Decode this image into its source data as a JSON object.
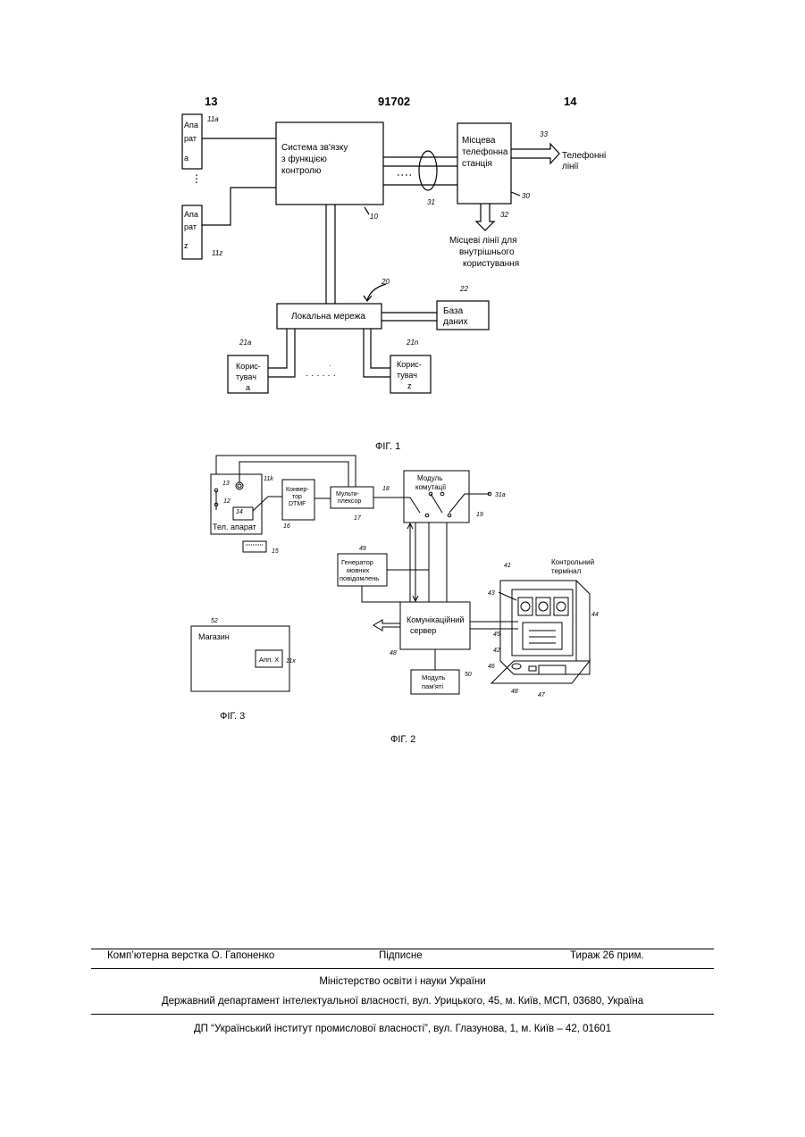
{
  "header": {
    "left": "13",
    "center": "91702",
    "right": "14"
  },
  "fig1": {
    "caption": "ФІГ. 1",
    "device_a": [
      "Апа",
      "рат",
      "а"
    ],
    "device_z": [
      "Апа",
      "рат",
      "z"
    ],
    "dots": "⋮",
    "system": [
      "Система зв'язку",
      "з функцією",
      "контролю"
    ],
    "station": [
      "Місцева",
      "телефонна",
      "станція"
    ],
    "phone_lines": [
      "Телефонні",
      "лінії"
    ],
    "local_lines": [
      "Місцеві лінії для",
      "внутрішнього",
      "користування"
    ],
    "lan": "Локальна мережа",
    "db": [
      "База",
      "даних"
    ],
    "user_a": [
      "Корис-",
      "тувач",
      "а"
    ],
    "user_z": [
      "Корис-",
      "тувач",
      "z"
    ],
    "user_dots": "· · · · · ·",
    "ref_11a": "11a",
    "ref_11z": "11z",
    "ref_10": "10",
    "ref_31": "31",
    "ref_30": "30",
    "ref_33": "33",
    "ref_32": "32",
    "ref_20": "20",
    "ref_22": "22",
    "ref_21a": "21a",
    "ref_21n": "21n"
  },
  "fig2": {
    "caption": "ФІГ. 2",
    "phone": "Тел. апарат",
    "converter": [
      "Конвер-",
      "тор",
      "DTMF"
    ],
    "mux": [
      "Мульти-",
      "плексор"
    ],
    "switch": [
      "Модуль",
      "комутації"
    ],
    "generator": [
      "Генератор",
      "мовних",
      "повідомлень"
    ],
    "server": [
      "Комунікаційний",
      "сервер"
    ],
    "memory": [
      "Модуль",
      "пам'яті"
    ],
    "terminal": [
      "Контрольний",
      "термінал"
    ],
    "ref_13": "13",
    "ref_11k": "11k",
    "ref_12": "12",
    "ref_14": "14",
    "ref_16": "16",
    "ref_17": "17",
    "ref_18": "18",
    "ref_19": "19",
    "ref_31a": "31a",
    "ref_15": "15",
    "ref_49": "49",
    "ref_48": "48",
    "ref_50": "50",
    "ref_41": "41",
    "ref_43": "43",
    "ref_44": "44",
    "ref_45": "45",
    "ref_42": "42",
    "ref_46": "46",
    "ref_47": "47"
  },
  "fig3": {
    "caption": "ФІГ. 3",
    "shop": "Магазин",
    "device_x": "Апп. X",
    "ref_52": "52",
    "ref_11x": "11x"
  },
  "footer": {
    "layout": "Комп’ютерна верстка О. Гапоненко",
    "signed": "Підписне",
    "print_run": "Тираж 26 прим.",
    "ministry": "Міністерство освіти і науки України",
    "department": "Державний департамент інтелектуальної власності, вул. Урицького, 45, м. Київ, МСП, 03680, Україна",
    "institute": "ДП “Український інститут промислової власності”, вул. Глазунова, 1, м. Київ – 42, 01601"
  }
}
